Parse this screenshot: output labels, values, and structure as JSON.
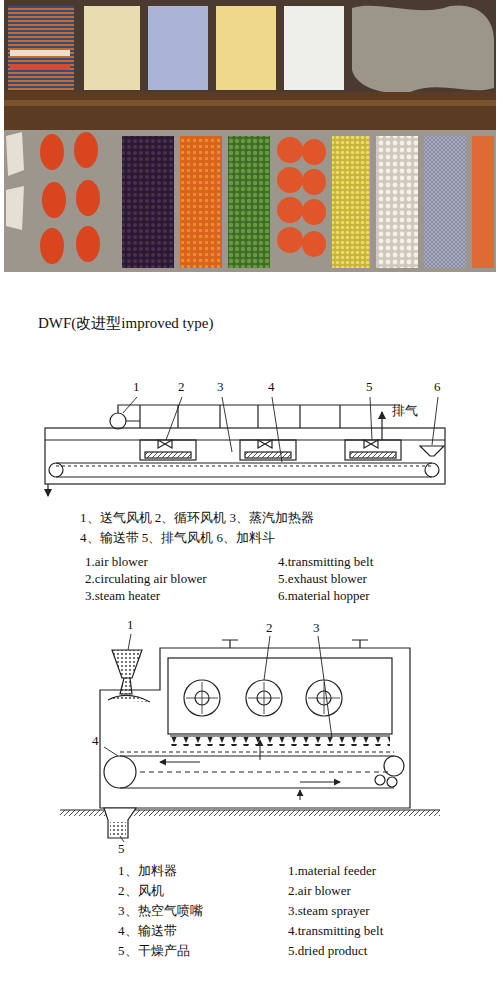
{
  "diagram": {
    "title": "DWF(改进型improved type)",
    "labels": [
      "1",
      "2",
      "3",
      "4",
      "5",
      "6",
      "排气",
      "1、送气风机 2、循环风机 3、蒸汽加热器",
      "4、输送带 5、排气风机 6、加料斗",
      "1.air blower",
      "2.circulating air blower",
      "3.steam heater",
      "4.transmitting belt",
      "5.exhaust blower",
      "6.material hopper",
      "1",
      "2",
      "3",
      "4",
      "5",
      "1、加料器",
      "2、风机",
      "3、热空气喷嘴",
      "4、输送带",
      "5、干燥产品",
      "1.material feeder",
      "2.air blower",
      "3.steam sprayer",
      "4.transmitting belt",
      "5.dried product"
    ]
  }
}
